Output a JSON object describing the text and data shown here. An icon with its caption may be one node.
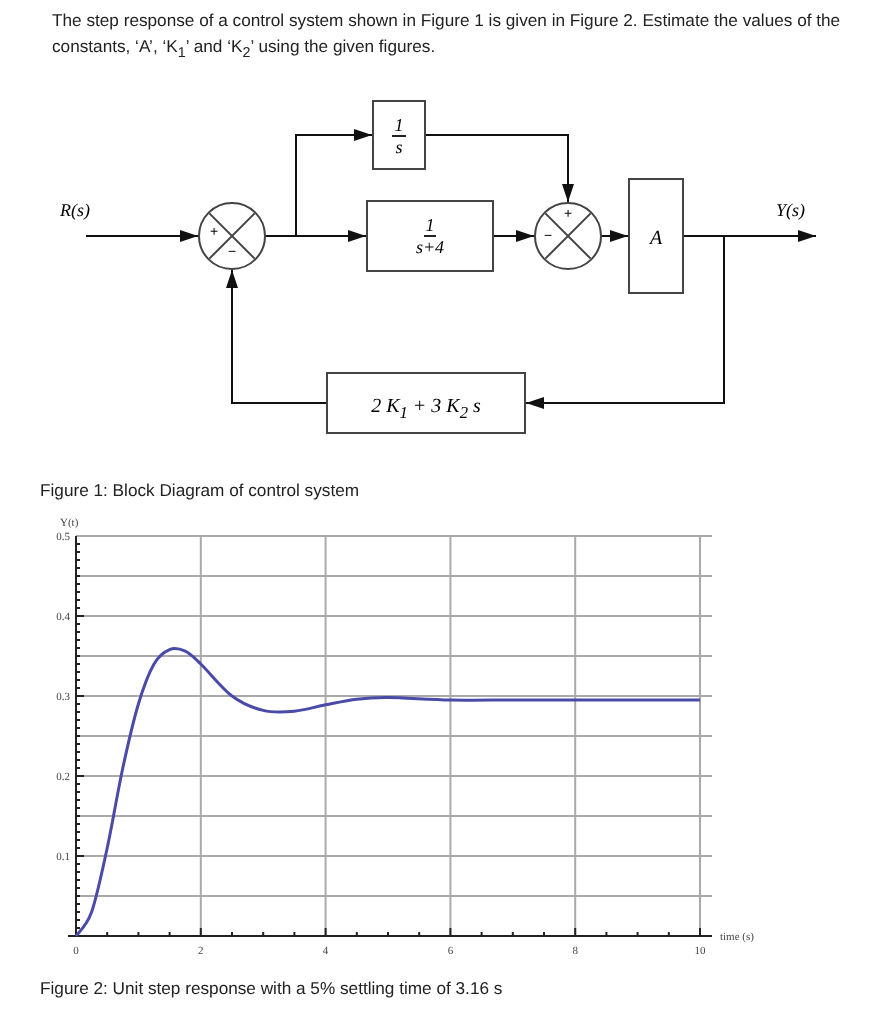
{
  "diagram": {
    "title": "The step response of a control system shown in Figure 1 is given in Figure 2. Estimate the values of the constants, ‘A’, ‘K$_{1}$’ and ‘K$_{2}$’ using the given figures.",
    "nodes": [
      {
        "text": [
          "+",
          "−"
        ]
      },
      {
        "text": [
          "1",
          "s"
        ]
      },
      {
        "text": [
          "1",
          "s+4"
        ]
      },
      {
        "text": [
          "+",
          "−"
        ]
      },
      {
        "text": [
          "A"
        ]
      },
      {
        "text": [
          "2 K$_{1}$ + 3 K$_{2}$ s"
        ]
      }
    ],
    "edges": [
      {
        "from": null,
        "to": 0,
        "arrow": "to",
        "label": "R(s)"
      },
      {
        "from": 0,
        "to": 1,
        "arrow": "to"
      },
      {
        "from": 0,
        "to": 2,
        "arrow": "to"
      },
      {
        "from": 1,
        "to": 3,
        "arrow": "to"
      },
      {
        "from": 2,
        "to": 3,
        "arrow": "to"
      },
      {
        "from": 3,
        "to": 4,
        "arrow": "to"
      },
      {
        "from": 4,
        "to": null,
        "arrow": "to",
        "label": "Y(s)"
      },
      {
        "from": 4,
        "to": 5,
        "arrow": "to"
      },
      {
        "from": 5,
        "to": 0,
        "arrow": "to"
      }
    ],
    "labels": [
      "Figure 1: Block Diagram of control system",
      "Figure 2: Unit step response with a 5% settling time of 3.16 s"
    ],
    "chart_data": {
      "type": "line",
      "xlabel": "time (s)",
      "ylabel": "Y(t)",
      "xlim": [
        0,
        10
      ],
      "ylim": [
        0,
        0.5
      ],
      "xticks": [
        0,
        2,
        4,
        6,
        8,
        10
      ],
      "yticks": [
        0.1,
        0.2,
        0.3,
        0.4,
        0.5
      ],
      "grid": true,
      "x": [
        0,
        0.25,
        0.5,
        0.75,
        1,
        1.25,
        1.5,
        1.75,
        2,
        2.5,
        3,
        3.5,
        4,
        4.5,
        5,
        6,
        7,
        8,
        9,
        10
      ],
      "series": [
        {
          "color": "#4a4aa8",
          "values": [
            0,
            0.03,
            0.11,
            0.21,
            0.29,
            0.34,
            0.358,
            0.356,
            0.34,
            0.3,
            0.282,
            0.281,
            0.289,
            0.296,
            0.298,
            0.295,
            0.295,
            0.295,
            0.295,
            0.295
          ]
        }
      ]
    }
  }
}
